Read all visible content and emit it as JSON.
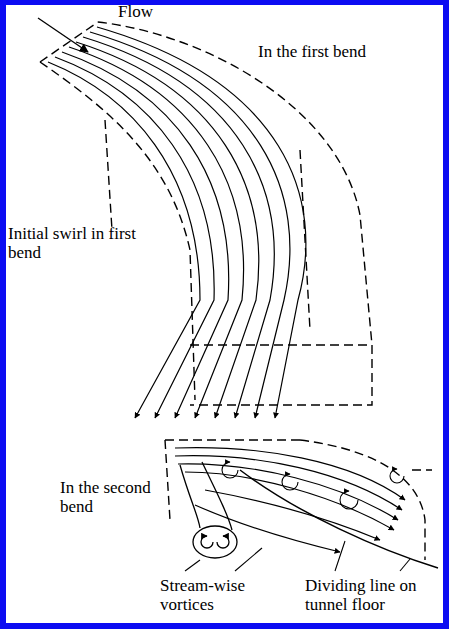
{
  "diagram": {
    "labels": [
      "Flow",
      "In the first bend",
      "Initial swirl in first bend",
      "In the second bend",
      "Stream-wise vortices",
      "Dividing line on tunnel floor"
    ]
  }
}
